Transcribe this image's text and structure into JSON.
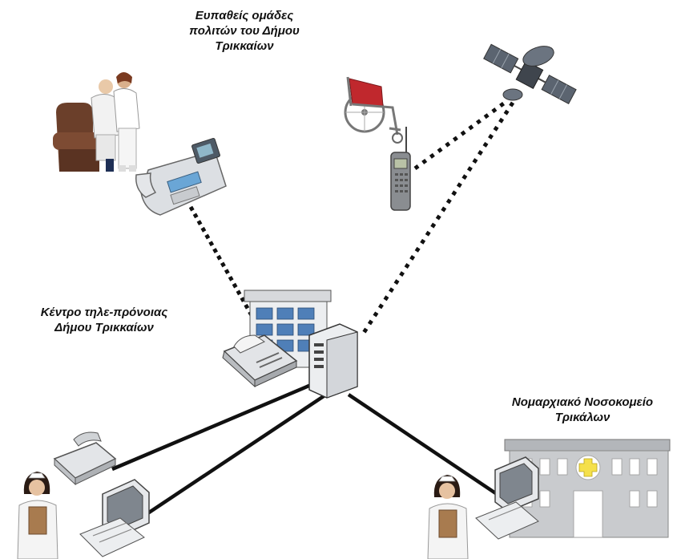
{
  "labels": {
    "vulnerable_groups": [
      "Ευπαθείς ομάδες",
      "πολιτών του Δήμου",
      "Τρικκαίων"
    ],
    "telecare_center": [
      "Κέντρο τηλε-πρόνοιας",
      "Δήμου Τρικκαίων"
    ],
    "hospital": [
      "Νομαρχιακό Νοσοκομείο",
      "Τρικάλων"
    ]
  },
  "colors": {
    "link": "#111111",
    "hospital_facade": "#c9cbce",
    "hospital_cross": "#f5e04a",
    "building_glass": "#4f7fb8",
    "chair": "#6b3f2a",
    "wheelchair_seat": "#c0282d"
  },
  "icons": [
    "patient-caregiver-icon",
    "desk-phone-icon",
    "wheelchair-icon",
    "mobile-phone-icon",
    "satellite-icon",
    "telecare-building-icon",
    "fax-icon",
    "server-tower-icon",
    "nurse-icon",
    "telephone-icon",
    "computer-icon",
    "hospital-icon"
  ]
}
